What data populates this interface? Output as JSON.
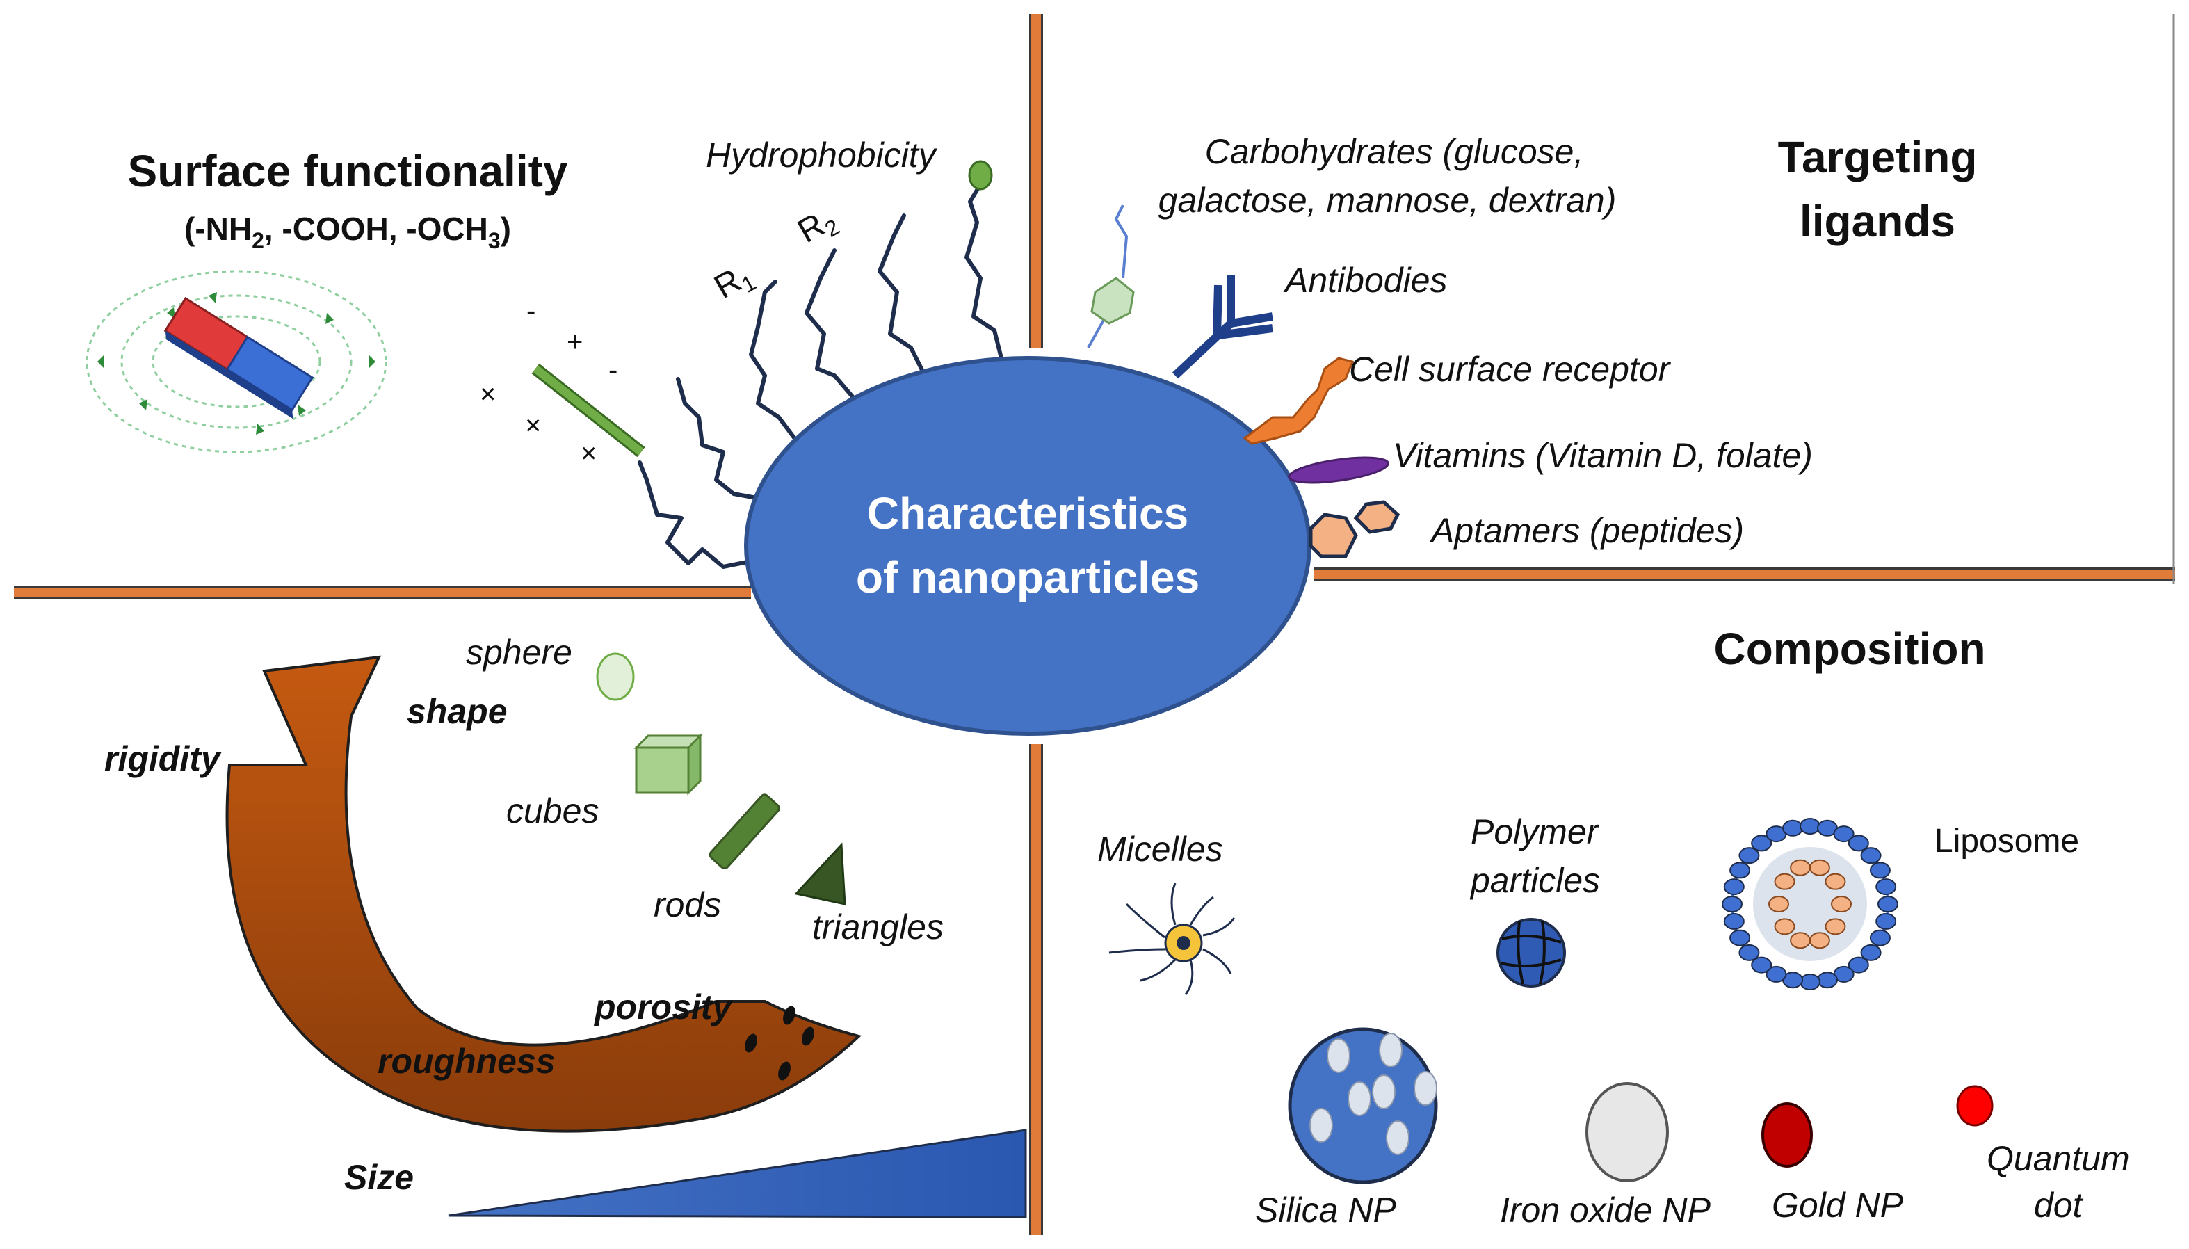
{
  "title_line1": "Characteristics",
  "title_line2": "of nanoparticles",
  "surface": {
    "heading": "Surface functionality",
    "groups_line": "(-NH",
    "nh_sub": "2",
    "cooh": ", -COOH, -OCH",
    "och_sub": "3",
    "close": ")",
    "hydrophobicity": "Hydrophobicity",
    "r1": "R",
    "r1_sub": "1",
    "r2": "R",
    "r2_sub": "2",
    "charge_plus": "+",
    "charge_minus": "-",
    "charge_x": "×"
  },
  "targeting": {
    "heading_line1": "Targeting",
    "heading_line2": "ligands",
    "carb_line1": "Carbohydrates (glucose,",
    "carb_line2": "galactose, mannose, dextran)",
    "antibodies": "Antibodies",
    "cell_receptor": "Cell surface receptor",
    "vitamins": "Vitamins (Vitamin D, folate)",
    "aptamers": "Aptamers (peptides)"
  },
  "physical": {
    "sphere": "sphere",
    "shape": "shape",
    "rigidity": "rigidity",
    "cubes": "cubes",
    "rods": "rods",
    "triangles": "triangles",
    "porosity": "porosity",
    "roughness": "roughness",
    "size": "Size"
  },
  "composition": {
    "heading": "Composition",
    "micelles": "Micelles",
    "polymer_line1": "Polymer",
    "polymer_line2": "particles",
    "liposome": "Liposome",
    "silica": "Silica NP",
    "iron": "Iron oxide NP",
    "gold": "Gold NP",
    "qd_line1": "Quantum",
    "qd_line2": "dot"
  },
  "colors": {
    "center": "#4472c4",
    "divider": "#e07b39",
    "arrow": "#c55a11",
    "green": "#70ad47",
    "gold": "#c00000",
    "qdot": "#ff0000",
    "purple": "#7030a0"
  }
}
